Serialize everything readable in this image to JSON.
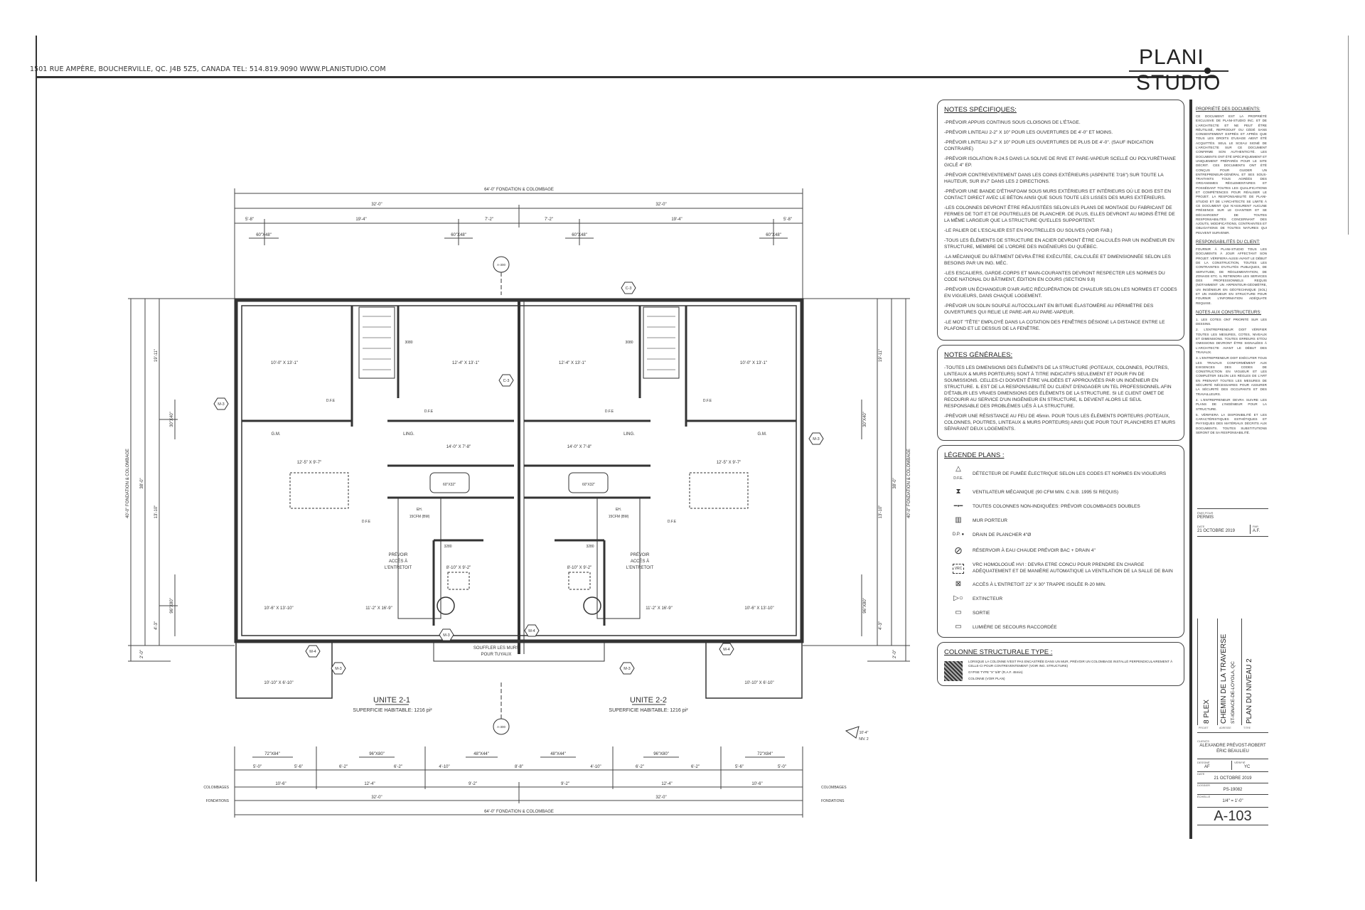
{
  "header": {
    "address": "1501 RUE AMPÈRE, BOUCHERVILLE, QC. J4B 5Z5, CANADA   TEL: 514.819.9090   WWW.PLANISTUDIO.COM",
    "logo_line1": "PLANI",
    "logo_line2": "STUDIO"
  },
  "dimensions": {
    "top_overall": "64'-0\" FONDATION & COLOMBAGE",
    "top_half_left": "32'-0\"",
    "top_half_right": "32'-0\"",
    "top_segments": [
      "5'-8\"",
      "19'-4\"",
      "7'-2\"",
      "7'-2\"",
      "19'-4\"",
      "5'-8\""
    ],
    "top_windows": [
      "60\"X48\"",
      "60\"X48\"",
      "60\"X48\"",
      "60\"X48\""
    ],
    "bottom_windows": [
      "72\"X84\"",
      "96\"X80\"",
      "48\"X44\"",
      "48\"X44\"",
      "96\"X80\"",
      "72\"X84\""
    ],
    "bottom_segments": [
      "5'-0\"",
      "5'-6\"",
      "6'-2\"",
      "6'-2\"",
      "4'-10\"",
      "8'-8\"",
      "4'-10\"",
      "6'-2\"",
      "6'-2\"",
      "5'-6\"",
      "5'-0\""
    ],
    "bottom_colombages": [
      "10'-6\"",
      "12'-4\"",
      "9'-2\"",
      "9'-2\"",
      "12'-4\"",
      "10'-6\""
    ],
    "bottom_fondations": [
      "32'-0\"",
      "32'-0\""
    ],
    "bottom_overall": "64'-0\" FONDATION & COLOMBAGE",
    "row_label_colombages": "COLOMBAGES",
    "row_label_fondations": "FONDATIONS",
    "side_overall": "40'-0\" FONDATION & COLOMBAGE",
    "side_main": "38'-0\"",
    "side_segments": [
      "19'-11\"",
      "13'-10\"",
      "4'-3\"",
      "2'-0\""
    ],
    "side_windows": [
      "30\"X40\"",
      "96\"X80\""
    ]
  },
  "plan": {
    "unit_left": {
      "title": "UNITE 2-1",
      "area": "SUPERFICIE HABITABLE: 1216 pi²",
      "rooms": [
        "10'-0\" X 13'-1\"",
        "12'-4\" X 13'-1\"",
        "12'-5\" X 9'-7\"",
        "14'-0\" X 7'-8\"",
        "10'-6\" X 13'-10\"",
        "11'-2\" X 16'-9\"",
        "10'-10\" X 6'-10\"",
        "8'-10\" X 9'-2\""
      ]
    },
    "unit_right": {
      "title": "UNITE 2-2",
      "area": "SUPERFICIE HABITABLE: 1216 pi²",
      "rooms": [
        "10'-0\" X 13'-1\"",
        "12'-4\" X 13'-1\"",
        "12'-5\" X 9'-7\"",
        "14'-0\" X 7'-8\"",
        "10'-6\" X 13'-10\"",
        "11'-2\" X 16'-9\"",
        "10'-10\" X 6'-10\"",
        "8'-10\" X 9'-2\""
      ]
    },
    "labels": {
      "gm": "G.M.",
      "ling": "LING.",
      "dfe": "D.F.E",
      "door": "3080",
      "door2": "3280",
      "tub": "60\"X32\"",
      "attic": "PRÉVOIR ACCÈS À L'ENTRETOIT",
      "attic_l1": "PRÉVOIR",
      "attic_l2": "ACCÈS À",
      "attic_l3": "L'ENTRETOIT",
      "blow_l1": "SOUFFLER LES MURS",
      "blow_l2": "POUR TUYAUX",
      "eh": "EH.",
      "cfm": "15CFM (BM)",
      "tags": [
        "C-3",
        "C-3",
        "M-3",
        "M-3",
        "M-4",
        "M-3",
        "M-4",
        "M-3",
        "M-4",
        "M-3"
      ],
      "section": "A-300",
      "elev": "10'-4\"",
      "elev2": "NIV. 2"
    }
  },
  "notes_specifiques": {
    "title": "NOTES SPÉCIFIQUES:",
    "items": [
      "-PRÉVOIR APPUIS CONTINUS SOUS CLOISONS DE L'ÉTAGE.",
      "-PRÉVOIR LINTEAU 2-2\" X 10\" POUR LES OUVERTURES DE 4'-0\" ET MOINS.",
      "-PRÉVOIR LINTEAU 3-2\" X 10\" POUR LES OUVERTURES DE PLUS DE 4'-0\". (SAUF INDICATION CONTRAIRE)",
      "-PRÉVOIR ISOLATION R-24.5 DANS LA SOLIVE DE RIVE ET PARE-VAPEUR SCELLÉ OU POLYURÉTHANE GICLÉ 4\" EP.",
      "-PRÉVOIR CONTREVENTEMENT DANS LES COINS EXTÉRIEURS (ASPENITE 7/16\") SUR TOUTE LA HAUTEUR, SUR 8'x7' DANS LES 2 DIRECTIONS.",
      "-PRÉVOIR UNE BANDE D'ÉTHAFOAM SOUS MURS EXTÉRIEURS ET INTÉRIEURS OÙ LE BOIS EST EN CONTACT DIRECT AVEC LE BÉTON AINSI QUE SOUS TOUTE LES LISSES DES MURS EXTÉRIEURS.",
      "-LES COLONNES DEVRONT ÊTRE RÉAJUSTÉES SELON LES PLANS DE MONTAGE DU FABRICANT DE FERMES DE TOIT ET DE POUTRELLES DE PLANCHER. DE PLUS, ELLES DEVRONT AU MOINS ÊTRE DE LA MÊME LARGEUR QUE LA STRUCTURE QU'ELLES SUPPORTENT.",
      "-LE PALIER DE L'ESCALIER EST EN POUTRELLES OU SOLIVES (VOIR FAB.)",
      "-TOUS LES ÉLÉMENTS DE STRUCTURE EN ACIER DEVRONT ÊTRE CALCULÉS PAR UN INGÉNIEUR EN STRUCTURE, MEMBRE DE L'ORDRE DES INGÉNIEURS DU QUÉBEC.",
      "-LA MÉCANIQUE DU BÂTIMENT DEVRA ÊTRE EXÉCUTÉE, CALCULÉE ET DIMENSIONNÉE SELON LES BESOINS PAR UN ING. MÉC.",
      "-LES ESCALIERS, GARDE-CORPS ET MAIN-COURANTES DEVRONT RESPECTER LES NORMES DU CODE NATIONAL DU BÂTIMENT, ÉDITION EN COURS (SECTION 9.8)",
      "-PRÉVOIR UN ÉCHANGEUR D'AIR AVEC RÉCUPÉRATION DE CHALEUR SELON LES NORMES ET CODES EN VIGUEURS, DANS CHAQUE LOGEMENT.",
      "-PRÉVOIR UN SOLIN SOUPLE AUTOCOLLANT EN BITUME ÉLASTOMÈRE AU PÉRIMÈTRE DES OUVERTURES QUI RELIE LE PARE-AIR AU PARE-VAPEUR.",
      "-LE MOT \"TÊTE\" EMPLOYÉ DANS LA COTATION DES FENÊTRES DÉSIGNE LA DISTANCE ENTRE LE PLAFOND ET LE DESSUS DE LA FENÊTRE."
    ]
  },
  "notes_generales": {
    "title": "NOTES GÉNÉRALES:",
    "items": [
      "-TOUTES LES DIMENSIONS DES ÉLÉMENTS DE LA STRUCTURE (POTEAUX, COLONNES, POUTRES, LINTEAUX & MURS PORTEURS) SONT À TITRE INDICATIFS SEULEMENT ET POUR FIN DE SOUMISSIONS. CELLES-CI DOIVENT ÊTRE VALIDÉES ET APPROUVÉES PAR UN INGÉNIEUR EN STRUCTURE. IL EST DE LA RESPONSABILITÉ DU CLIENT D'ENGAGER UN TEL PROFESSIONNEL AFIN D'ÉTABLIR LES VRAIES DIMENSIONS DES ÉLÉMENTS DE LA STRUCTURE. SI LE CLIENT OMET DE RECOURIR AU SERVICE D'UN INGÉNIEUR EN STRUCTURE, IL DEVIENT ALORS LE SEUL RESPONSABLE DES PROBLÈMES LIÉS À LA STRUCTURE.",
      "-PRÉVOIR UNE RÉSISTANCE AU FEU DE 45min. POUR TOUS LES ÉLÉMENTS PORTEURS (POTEAUX, COLONNES, POUTRES, LINTEAUX & MURS PORTEURS) AINSI QUE POUR TOUT PLANCHERS ET MURS SÉPARANT DEUX LOGEMENTS."
    ]
  },
  "legende": {
    "title": "LÉGENDE PLANS :",
    "items": [
      {
        "icon": "smoke-detector",
        "text": "DÉTECTEUR DE FUMÉE ÉLECTRIQUE SELON LES CODES ET NORMES EN VIGUEURS",
        "sub": "D.F.E."
      },
      {
        "icon": "mechanical-fan",
        "text": "VENTILATEUR MÉCANIQUE (90 CFM MIN. C.N.B. 1995 SI REQUIS)"
      },
      {
        "icon": "column",
        "text": "TOUTES COLONNES NON-INDIQUÉES: PRÉVOIR COLOMBAGES DOUBLES"
      },
      {
        "icon": "bearing-wall",
        "text": "MUR PORTEUR"
      },
      {
        "icon": "floor-drain",
        "text": "DRAIN DE PLANCHER 4\"Ø",
        "sub": "D.P."
      },
      {
        "icon": "water-heater",
        "text": "RÉSERVOIR À EAU CHAUDE PRÉVOIR BAC + DRAIN 4\""
      },
      {
        "icon": "vrc",
        "text": "VRC HOMOLOGUÉ HVI : DEVRA ETRE CONCU POUR PRENDRE EN CHARGE ADÉQUATEMENT ET DE MANIÈRE AUTOMATIQUE LA VENTILATION DE LA SALLE DE BAIN",
        "sub": "VRC"
      },
      {
        "icon": "attic-access",
        "text": "ACCÈS À L'ENTRETOIT 22\" X 30\" TRAPPE ISOLÉE R-20 MIN."
      },
      {
        "icon": "extinguisher",
        "text": "EXTINCTEUR"
      },
      {
        "icon": "exit",
        "text": "SORTIE"
      },
      {
        "icon": "emergency-light",
        "text": "LUMIÈRE DE SECOURS RACCORDÉE"
      }
    ]
  },
  "colonne": {
    "title": "COLONNE STRUCTURALE TYPE :",
    "note1": "LORSQUE LA COLONNE N'EST PAS ENCASTRÉE DANS UN MUR, PRÉVOIR UN COLOMBAGE INSTALLÉ PERPENDICULAIREMENT À CELLE-CI POUR CONTREVENTEMENT (VOIR ING. STRUCTURE)",
    "note2": "GYPSE TYPE \"X\" 5/8\" (R.A.F. 45min)",
    "note3": "COLONNE (VOIR PLAN)"
  },
  "propriete": {
    "title1": "PROPRIÉTÉ DES DOCUMENTS:",
    "text1": "CE DOCUMENT EST LA PROPRIÉTÉ EXCLUSIVE DE PLANI-STUDIO INC. ET DE L'ARCHITECTE ET NE PEUT ÊTRE RÉUTILISÉ, REPRODUIT OU CÉDÉ SANS CONSENTEMENT EXPRÈS ET APRÈS QUE TOUS LES DROITS D'USAGE AIENT ÉTÉ ACQUITTÉS. SEUL LE SCEAU SIGNÉ DE L'ARCHITECTE SUR CE DOCUMENT CONFIRME SON AUTHENTICITÉ. LES DOCUMENTS ONT ÉTÉ SPÉCIFIQUEMENT ET UNIQUEMENT PRÉPARÉS POUR LE SITE DÉCRIT. CES DOCUMENTS ONT ÉTÉ CONÇUS POUR GUIDER UN ENTREPRENEUR-GÉNÉRAL ET SES SOUS-TRAITANTS TOUS AGRÉÉS DES ORGANISMES RÉGLEMENTAIRES ET POSSÉDANT TOUTES LES QUALIFICATIONS ET COMPÉTENCES POUR RÉALISER LE PROJET. LA RESPONSABILITÉ DE PLANI-STUDIO ET DE L'ARCHITECTE SE LIMITE À CE DOCUMENT QUI N'ASSURENT AUCUNE PRÉSENCE SUR LE CHANTIER ET SE DÉCHARGENT DE TOUTES RESPONSABILITÉS CONCERNANT DES AJOUTS, MODIFICATIONS, CONTRAINTES ET OBLIGATIONS DE TOUTES NATURES QUI PEUVENT SURVENIR.",
    "title2": "RESPONSABILITÉS DU CLIENT:",
    "text2": "FOURNIR À PLANI-STUDIO TOUS LES DOCUMENTS À JOUR AFFECTANT SON PROJET. VÉRIFIERA AUSSI AVANT LE DÉBUT DE LA CONSTRUCTION, TOUTES LES CONTRAINTES D'UTILITÉS PUBLIQUES, DE SERVITUDE, DE RÈGLEMENTATION, DE ZONAGE ETC. IL RETIENDRA LES SERVICES DES PROFESSIONNELS REQUIS (NOTAMMENT UN ARPENTEUR-GÉOMÈTRE, UN INGÉNIEUR EN GÉOTECHNIQUE (SOL) ET UN INGÉNIEUR EN STRUCTURE POUR FOURNIR L'INFORMATION ADÉQUATE REQUISE.",
    "title3": "NOTES AUX CONSTRUCTEURS:",
    "items3": [
      "1. LES COTES ONT PRIORITÉ SUR LES DESSINS.",
      "2. L'ENTREPRENEUR DOIT VÉRIFIER TOUTES LES MESURES, COTES, NIVEAUX ET DIMENSIONS. TOUTES ERREURS ET/OU OMISSIONS DEVRONT ÊTRE SIGNALÉES À L'ARCHITECTE AVANT LE DÉBUT DES TRAVAUX.",
      "3. L'ENTREPRENEUR DOIT EXÉCUTER TOUS LES TRAVAUX CONFORMÉMENT AUX EXIGENCES DES CODES DE CONSTRUCTION EN VIGUEUR ET LES COMPLÉTER SELON LES RÈGLES DE L'ART EN PRENANT TOUTES LES MESURES DE SÉCURITÉ NÉCESSAIRES POUR ASSURER LA SÉCURITÉ DES OCCUPANTS ET DES TRAVAILLEURS.",
      "4. L'ENTREPRENEUR DEVRA SUIVRE LES PLANS DE L'INGÉNIEUR POUR LA STRUCTURE.",
      "5. VÉRIFIERA LA DISPONIBILITÉ ET LES CARACTÉRISTIQUES ESTHÉTIQUES ET PHYSIQUES DES MATÉRIAUX DÉCRITS AUX DOCUMENTS. TOUTES SUBSTITUTIONS SERONT DE SA RESPONSABILITÉ."
    ]
  },
  "title_block": {
    "emis_label": "ÉMIS POUR",
    "emis_value": "PERMIS",
    "date_label": "DATE",
    "date_value": "21 OCTOBRE 2019",
    "par_label": "PAR",
    "par_value": "A.F.",
    "projet_label": "PROJET",
    "projet": "8 PLEX",
    "adresse_label": "ADRESSE",
    "adresse": "CHEMIN DE LA TRAVERSE",
    "ville": "ST-IGNACE-DE-LOYOLA, QC",
    "titre_label": "TITRE",
    "titre": "PLAN DU NIVEAU 2",
    "clients_label": "CLIENTS",
    "client1": "ALEXANDRE PRÉVOST-ROBERT",
    "client2": "ÉRIC BEAULIEU",
    "dessine_label": "DESSINÉ",
    "dessine": "AF",
    "verifie_label": "VÉRIFIÉ",
    "verifie": "YC",
    "date2_label": "DATE",
    "date2": "21 OCTOBRE 2019",
    "dossier_label": "DOSSIER",
    "dossier": "PS-19082",
    "echelle_label": "ÉCHELLE",
    "echelle": "1/4\" = 1'-0\"",
    "sheet": "A-103"
  }
}
